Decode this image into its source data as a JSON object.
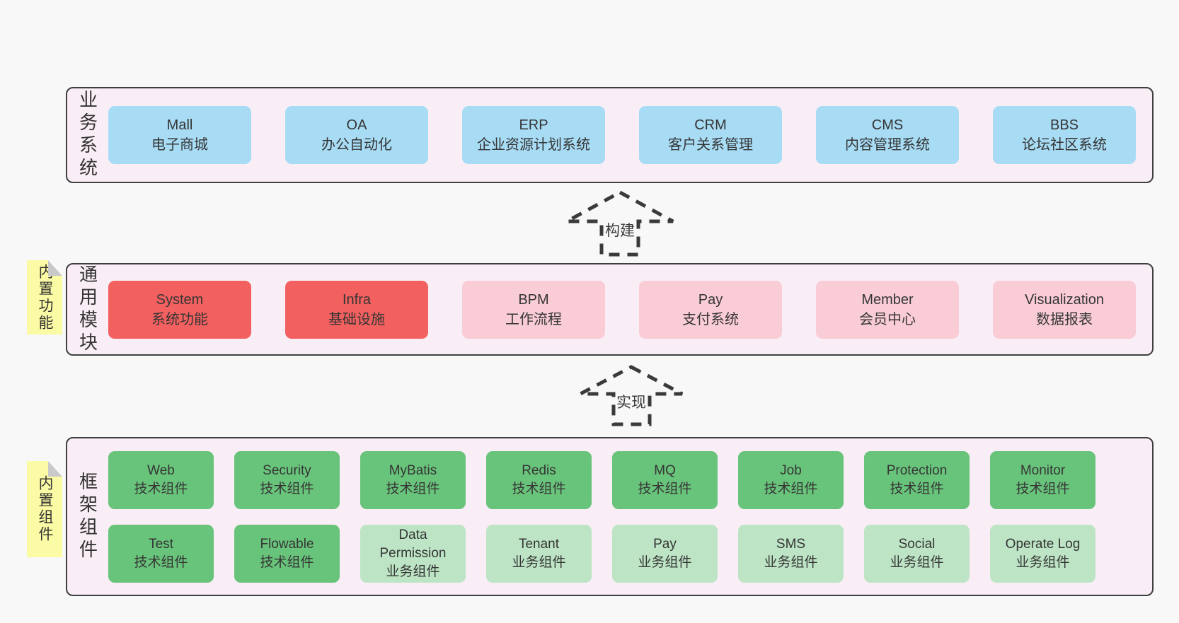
{
  "colors": {
    "page_bg": "#f8f8f8",
    "panel_bg": "#f9edf6",
    "panel_border": "#3f3f3f",
    "card_blue": "#a8dcf5",
    "card_red": "#f2605f",
    "card_pink": "#f9ccd6",
    "card_green_dark": "#69c47b",
    "card_green_light": "#bde5c5",
    "note_yellow": "#fbfba5",
    "note_fold_gray": "#c9c9c9",
    "text": "#353535"
  },
  "panels": {
    "business": {
      "label": "业务系统",
      "items": [
        {
          "name": "Mall",
          "desc": "电子商城",
          "variant": "blue"
        },
        {
          "name": "OA",
          "desc": "办公自动化",
          "variant": "blue"
        },
        {
          "name": "ERP",
          "desc": "企业资源计划系统",
          "variant": "blue"
        },
        {
          "name": "CRM",
          "desc": "客户关系管理",
          "variant": "blue"
        },
        {
          "name": "CMS",
          "desc": "内容管理系统",
          "variant": "blue"
        },
        {
          "name": "BBS",
          "desc": "论坛社区系统",
          "variant": "blue"
        }
      ]
    },
    "modules": {
      "label": "通用模块",
      "note": "内置功能",
      "items": [
        {
          "name": "System",
          "desc": "系统功能",
          "variant": "red"
        },
        {
          "name": "Infra",
          "desc": "基础设施",
          "variant": "red"
        },
        {
          "name": "BPM",
          "desc": "工作流程",
          "variant": "pink"
        },
        {
          "name": "Pay",
          "desc": "支付系统",
          "variant": "pink"
        },
        {
          "name": "Member",
          "desc": "会员中心",
          "variant": "pink"
        },
        {
          "name": "Visualization",
          "desc": "数据报表",
          "variant": "pink"
        }
      ]
    },
    "framework": {
      "label": "框架组件",
      "note": "内置组件",
      "row1": [
        {
          "name": "Web",
          "desc": "技术组件",
          "variant": "green-dark"
        },
        {
          "name": "Security",
          "desc": "技术组件",
          "variant": "green-dark"
        },
        {
          "name": "MyBatis",
          "desc": "技术组件",
          "variant": "green-dark"
        },
        {
          "name": "Redis",
          "desc": "技术组件",
          "variant": "green-dark"
        },
        {
          "name": "MQ",
          "desc": "技术组件",
          "variant": "green-dark"
        },
        {
          "name": "Job",
          "desc": "技术组件",
          "variant": "green-dark"
        },
        {
          "name": "Protection",
          "desc": "技术组件",
          "variant": "green-dark"
        },
        {
          "name": "Monitor",
          "desc": "技术组件",
          "variant": "green-dark"
        }
      ],
      "row2": [
        {
          "name": "Test",
          "desc": "技术组件",
          "variant": "green-dark"
        },
        {
          "name": "Flowable",
          "desc": "技术组件",
          "variant": "green-dark"
        },
        {
          "name": "Data Permission",
          "desc": "业务组件",
          "variant": "green-light"
        },
        {
          "name": "Tenant",
          "desc": "业务组件",
          "variant": "green-light"
        },
        {
          "name": "Pay",
          "desc": "业务组件",
          "variant": "green-light"
        },
        {
          "name": "SMS",
          "desc": "业务组件",
          "variant": "green-light"
        },
        {
          "name": "Social",
          "desc": "业务组件",
          "variant": "green-light"
        },
        {
          "name": "Operate Log",
          "desc": "业务组件",
          "variant": "green-light"
        }
      ]
    }
  },
  "arrows": [
    {
      "label": "构建"
    },
    {
      "label": "实现"
    }
  ]
}
